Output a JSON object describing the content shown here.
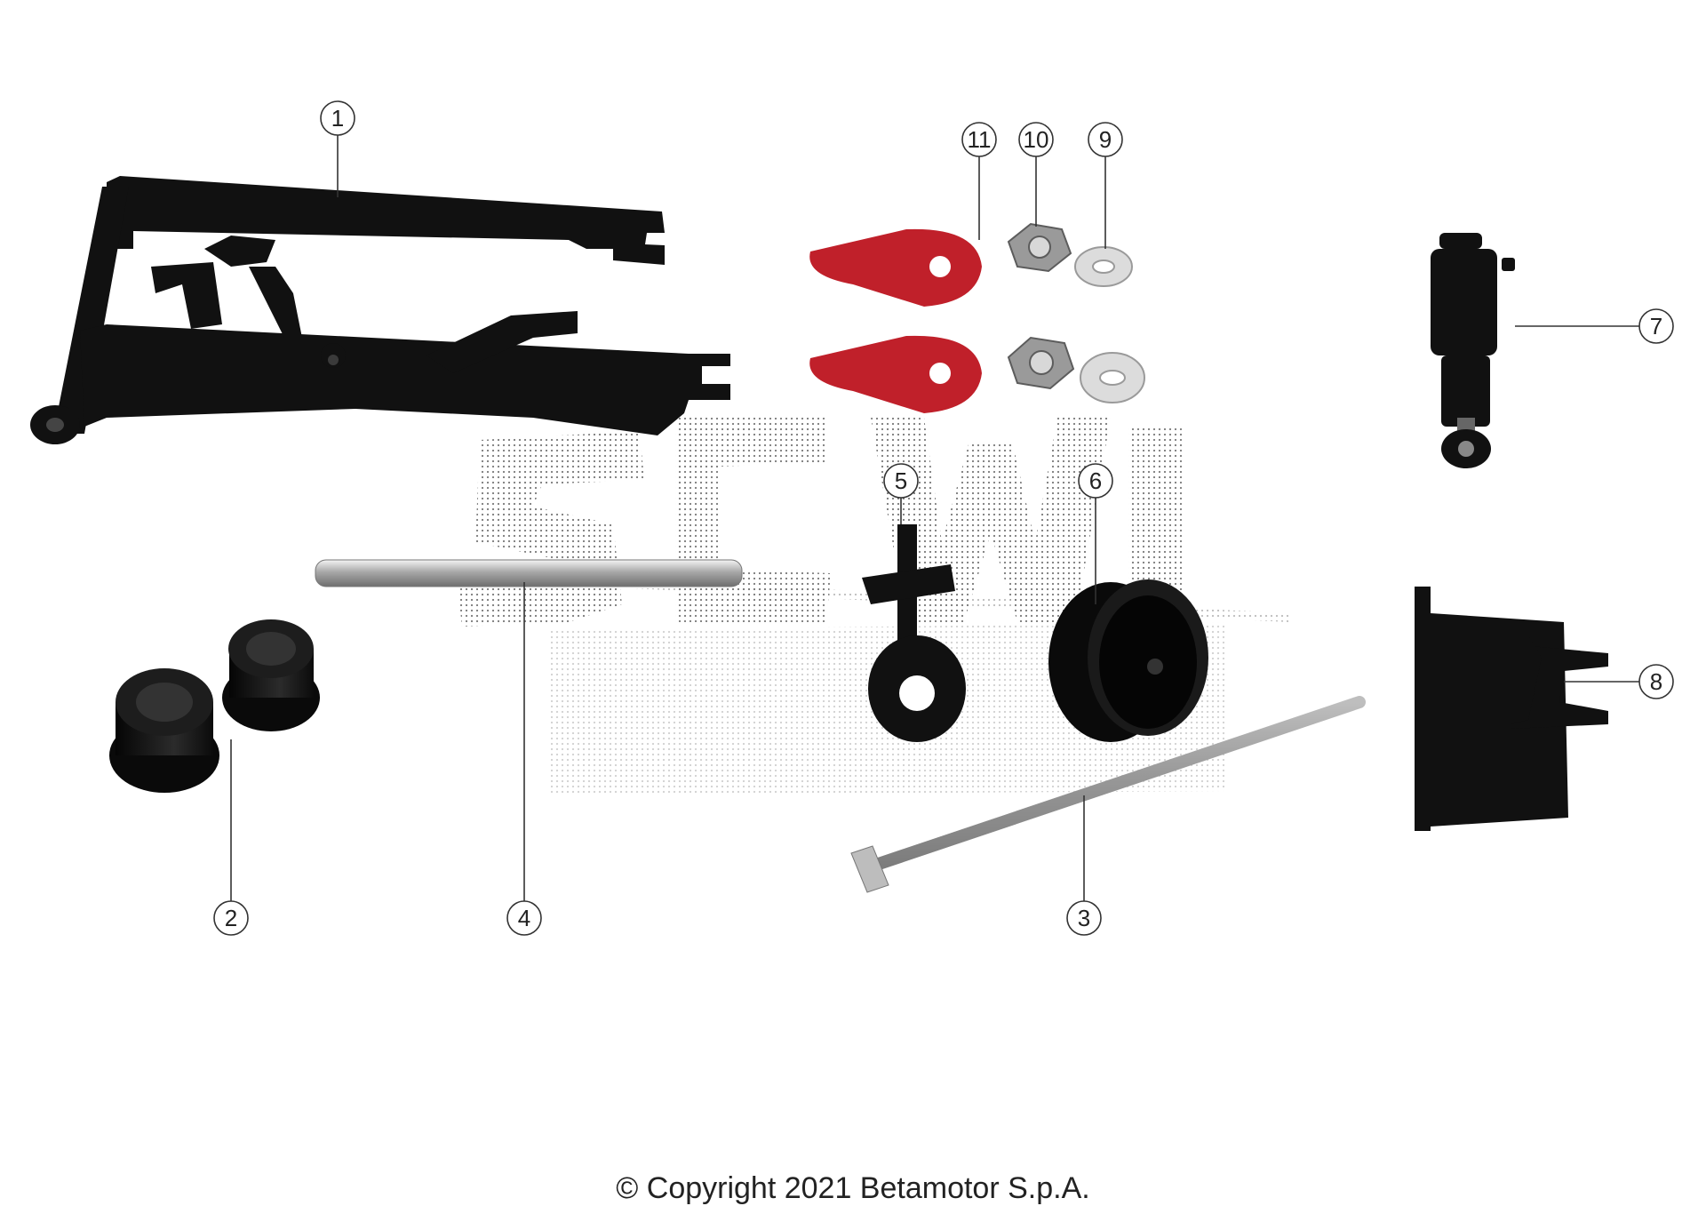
{
  "callouts": {
    "c1": "1",
    "c2": "2",
    "c3": "3",
    "c4": "4",
    "c5": "5",
    "c6": "6",
    "c7": "7",
    "c8": "8",
    "c9": "9",
    "c10": "10",
    "c11": "11"
  },
  "parts": [
    {
      "number": "1",
      "icon": "swingarm-icon",
      "color": "#141414"
    },
    {
      "number": "2",
      "icon": "bushing-pair-icon",
      "color": "#141414"
    },
    {
      "number": "3",
      "icon": "long-axle-icon",
      "color": "#c8c8c8"
    },
    {
      "number": "4",
      "icon": "pivot-shaft-icon",
      "color": "#b0b0b0"
    },
    {
      "number": "5",
      "icon": "chain-tensioner-icon",
      "color": "#141414"
    },
    {
      "number": "6",
      "icon": "chain-roller-icon",
      "color": "#141414"
    },
    {
      "number": "7",
      "icon": "shock-absorber-icon",
      "color": "#141414"
    },
    {
      "number": "8",
      "icon": "mount-bracket-icon",
      "color": "#141414"
    },
    {
      "number": "9",
      "icon": "washer-icon",
      "color": "#dcdcdc"
    },
    {
      "number": "10",
      "icon": "nut-icon",
      "color": "#9a9a9a"
    },
    {
      "number": "11",
      "icon": "chain-adjuster-icon",
      "color": "#c0202a"
    }
  ],
  "watermark": "SCW",
  "copyright": "© Copyright 2021 Betamotor S.p.A."
}
